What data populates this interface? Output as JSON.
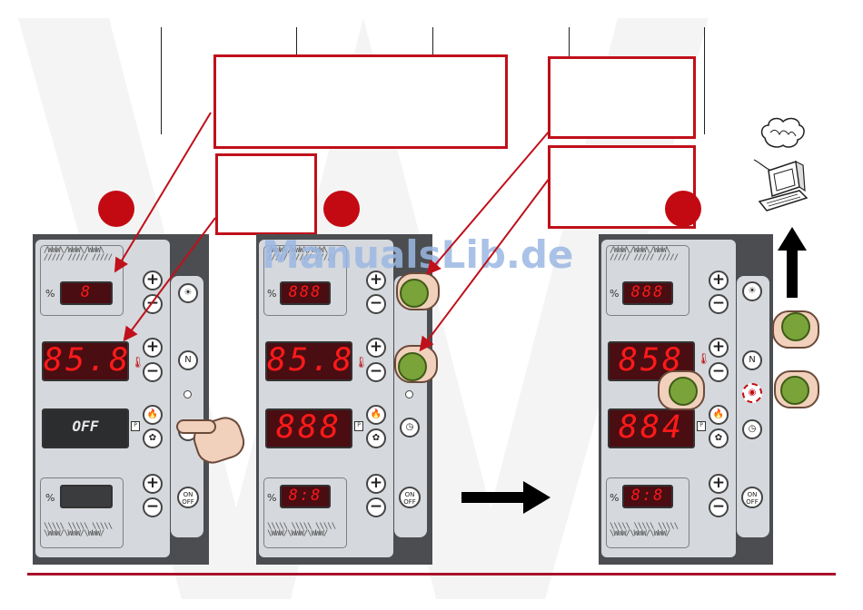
{
  "watermark": "ManualsLib.de",
  "panels": [
    {
      "displays": {
        "top": "8",
        "middle": "85.8",
        "third": "OFF",
        "bottom": ""
      },
      "third_mode": "off"
    },
    {
      "displays": {
        "top": "888",
        "middle": "85.8",
        "third": "888",
        "bottom": "8:8"
      },
      "third_mode": "digits"
    },
    {
      "displays": {
        "top": "888",
        "middle": "858",
        "third": "884",
        "bottom": "8:8"
      },
      "third_mode": "digits"
    }
  ],
  "labels": {
    "percent": "%",
    "plus": "+",
    "minus": "−",
    "on": "ON",
    "off": "OFF"
  },
  "icons": {
    "light": "light-icon",
    "door": "door-icon",
    "timer": "clock-icon",
    "flame": "flame-icon",
    "fan": "fan-icon",
    "thermometer": "thermometer-icon",
    "brain": "brain-icon",
    "computer": "computer-icon",
    "arrow_right": "arrow-right-icon",
    "arrow_up": "arrow-up-icon"
  },
  "colors": {
    "accent_red": "#c30a12",
    "panel_dark": "#4b4d50",
    "panel_light": "#d5d8dc",
    "display_red": "#ff1a1a",
    "finger_green": "#7aa33a"
  }
}
